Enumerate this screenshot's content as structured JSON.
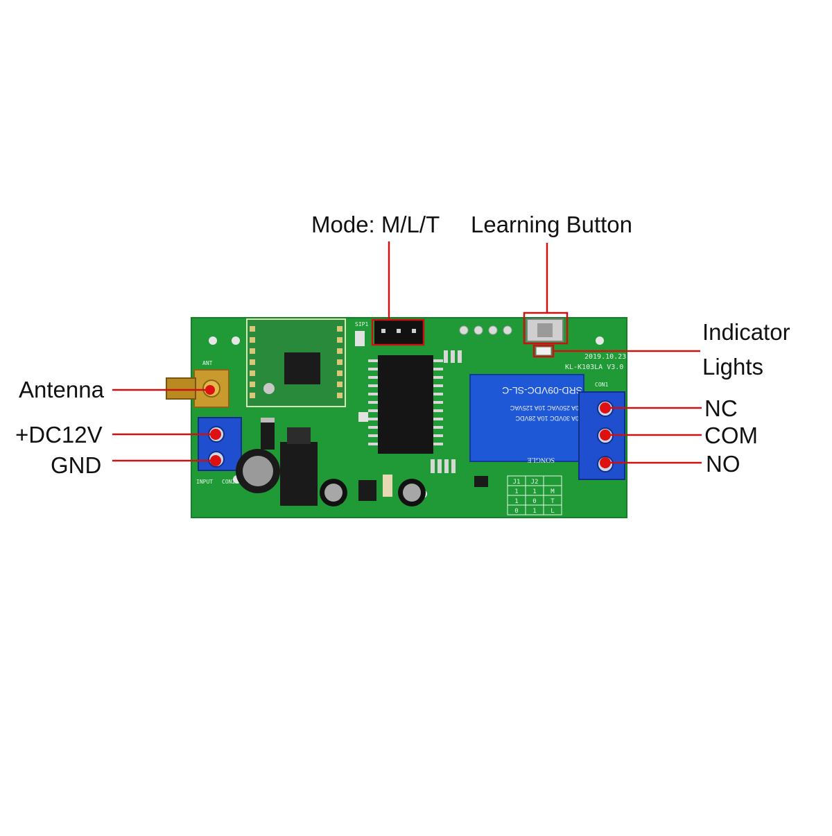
{
  "callouts": {
    "mode": "Mode: M/L/T",
    "learning_button": "Learning Button",
    "indicator_line1": "Indicator",
    "indicator_line2": "Lights",
    "antenna": "Antenna",
    "dc12v": "+DC12V",
    "gnd": "GND",
    "nc": "NC",
    "com": "COM",
    "no": "NO"
  },
  "board": {
    "date": "2019.10.23",
    "model": "KL-K103LA V3.0",
    "jumper_label": "SIP1",
    "ant_label": "ANT",
    "input_label": "INPUT",
    "con1_label": "CON1",
    "con2_label": "CON2",
    "relay": {
      "model": "SRD-09VDC-SL-C",
      "rating1": "10A 250VAC  10A 125VAC",
      "rating2": "10A 30VDC   10A 28VDC",
      "brand": "SONGLE"
    },
    "mode_table": {
      "headers": [
        "J1",
        "J2",
        ""
      ],
      "rows": [
        [
          "1",
          "1",
          "M"
        ],
        [
          "1",
          "0",
          "T"
        ],
        [
          "0",
          "1",
          "L"
        ]
      ]
    }
  },
  "colors": {
    "pcb": "#1f9a37",
    "callout_line": "#cc1111",
    "terminal": "#1f4fcf",
    "antenna_gold": "#c99a2e"
  }
}
